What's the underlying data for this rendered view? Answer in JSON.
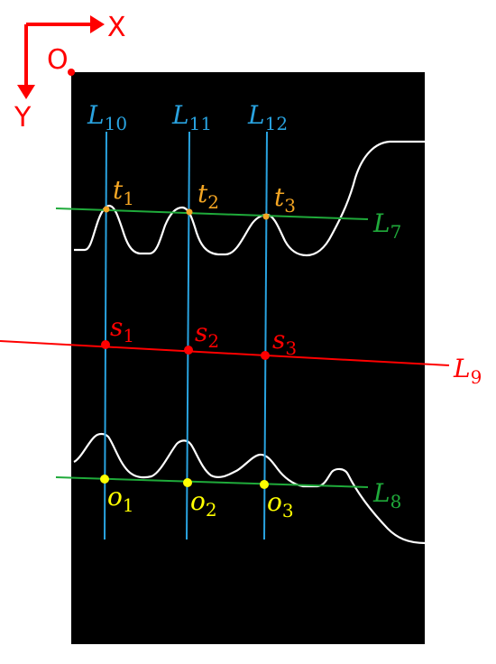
{
  "axes": {
    "x_label": "X",
    "y_label": "Y",
    "origin_label": "O"
  },
  "lines": {
    "L10": {
      "base": "L",
      "sub": "10"
    },
    "L11": {
      "base": "L",
      "sub": "11"
    },
    "L12": {
      "base": "L",
      "sub": "12"
    },
    "L7": {
      "base": "L",
      "sub": "7"
    },
    "L8": {
      "base": "L",
      "sub": "8"
    },
    "L9": {
      "base": "L",
      "sub": "9"
    }
  },
  "points": {
    "t1": {
      "base": "t",
      "sub": "1"
    },
    "t2": {
      "base": "t",
      "sub": "2"
    },
    "t3": {
      "base": "t",
      "sub": "3"
    },
    "s1": {
      "base": "s",
      "sub": "1"
    },
    "s2": {
      "base": "s",
      "sub": "2"
    },
    "s3": {
      "base": "s",
      "sub": "3"
    },
    "o1": {
      "base": "o",
      "sub": "1"
    },
    "o2": {
      "base": "o",
      "sub": "2"
    },
    "o3": {
      "base": "o",
      "sub": "3"
    }
  },
  "colors": {
    "axis": "#ff0000",
    "background": "#000000",
    "vertical_lines": "#29a3e0",
    "edge_lines": "#1faa3a",
    "mid_line": "#ff0000",
    "t_points": "#f5a623",
    "s_points": "#ff0000",
    "o_points": "#ffff00",
    "curves": "#ffffff"
  }
}
